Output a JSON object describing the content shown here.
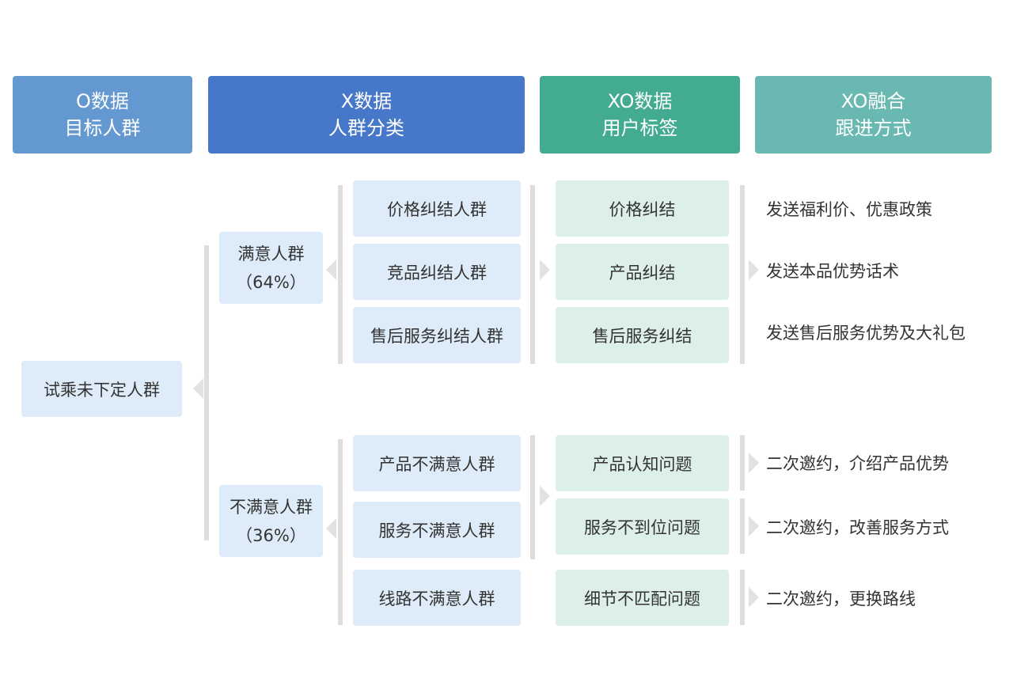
{
  "headers": [
    {
      "line1": "O数据",
      "line2": "目标人群",
      "color": "#6399d0"
    },
    {
      "line1": "X数据",
      "line2": "人群分类",
      "color": "#4777c9"
    },
    {
      "line1": "XO数据",
      "line2": "用户标签",
      "color": "#43ab91"
    },
    {
      "line1": "XO融合",
      "line2": "跟进方式",
      "color": "#69b8b1"
    }
  ],
  "root": "试乘未下定人群",
  "groups": [
    {
      "name": "满意人群",
      "percent": "（64%）",
      "segments": [
        "价格纠结人群",
        "竞品纠结人群",
        "售后服务纠结人群"
      ],
      "tags": [
        "价格纠结",
        "产品纠结",
        "售后服务纠结"
      ],
      "actions": [
        "发送福利价、优惠政策",
        "发送本品优势话术",
        "发送售后服务优势及大礼包"
      ]
    },
    {
      "name": "不满意人群",
      "percent": "（36%）",
      "segments": [
        "产品不满意人群",
        "服务不满意人群",
        "线路不满意人群"
      ],
      "tags": [
        "产品认知问题",
        "服务不到位问题",
        "细节不匹配问题"
      ],
      "actions": [
        "二次邀约，介绍产品优势",
        "二次邀约，改善服务方式",
        "二次邀约，更换路线"
      ]
    }
  ],
  "colors": {
    "box_blue": "#deebf8",
    "box_green": "#dcefeb",
    "connector": "#dedede"
  }
}
